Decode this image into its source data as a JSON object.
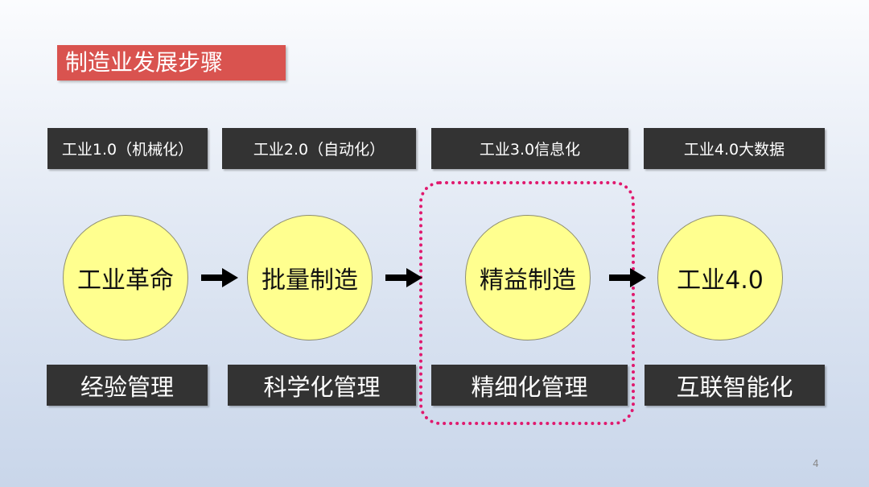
{
  "title": "制造业发展步骤",
  "phases": [
    "工业1.0（机械化）",
    "工业2.0（自动化）",
    "工业3.0信息化",
    "工业4.0大数据"
  ],
  "stages": [
    "工业革命",
    "批量制造",
    "精益制造",
    "工业4.0"
  ],
  "management": [
    "经验管理",
    "科学化管理",
    "精细化管理",
    "互联智能化"
  ],
  "page_number": "4",
  "colors": {
    "title_bg": "#d9534f",
    "box_bg": "#333333",
    "circle_fill": "#ffff8f",
    "highlight_border": "#e0196e"
  }
}
